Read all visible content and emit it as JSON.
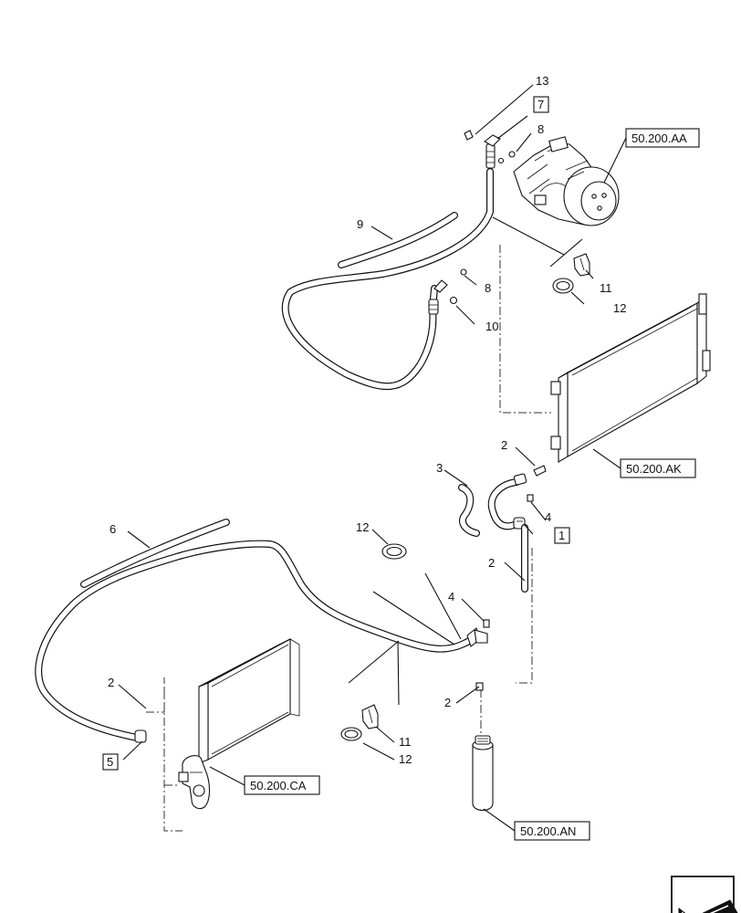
{
  "diagram": {
    "callouts": [
      "1",
      "2",
      "2",
      "2",
      "2",
      "3",
      "4",
      "4",
      "5",
      "6",
      "7",
      "8",
      "8",
      "9",
      "10",
      "11",
      "11",
      "12",
      "12",
      "12",
      "13"
    ],
    "boxed_callouts": [
      "1",
      "5",
      "7"
    ],
    "references": [
      "50.200.AA",
      "50.200.AK",
      "50.200.CA",
      "50.200.AN"
    ],
    "icons": [
      "direction-arrow-icon"
    ]
  }
}
